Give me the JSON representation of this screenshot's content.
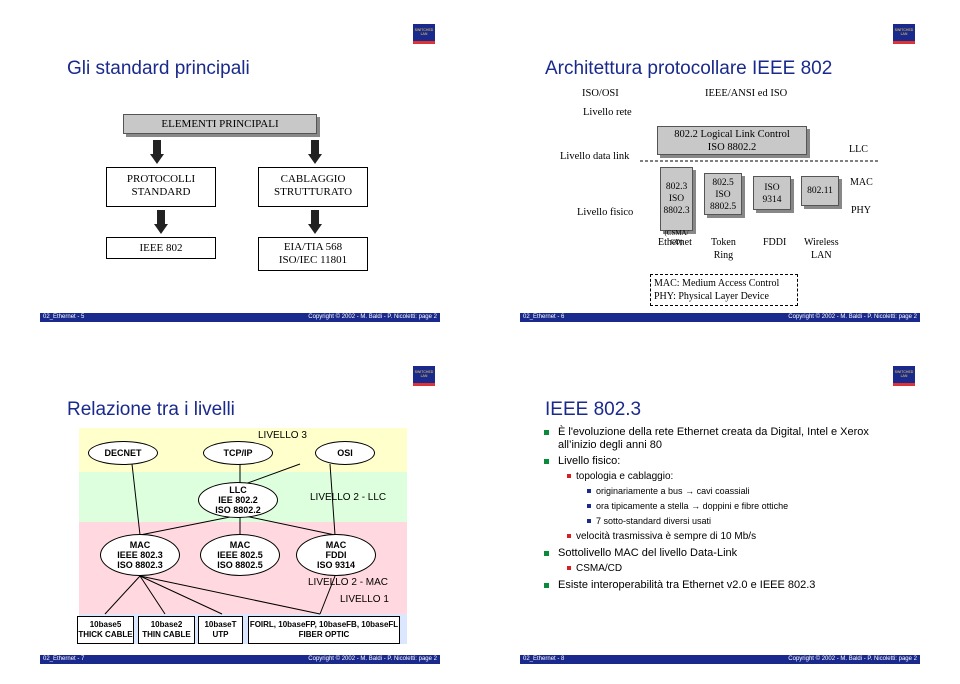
{
  "logo_text": "SWITCHED LAN",
  "colors": {
    "title_blue": "#1a2a8c",
    "footer_blue": "#1a2a8c",
    "bullet_green": "#0a8a3a",
    "layer3_yellow": "#ffffcc",
    "layer2llc_green": "#ddffdd",
    "layer2mac_pink": "#ffd9df",
    "layer1_blue": "#dbe6ff"
  },
  "s1": {
    "title": "Gli standard principali",
    "elementi": "ELEMENTI PRINCIPALI",
    "protocolli": "PROTOCOLLI\nSTANDARD",
    "cablaggio": "CABLAGGIO\nSTRUTTURATO",
    "ieee802": "IEEE 802",
    "eia": "EIA/TIA 568\nISO/IEC 11801",
    "footer_left": "02_Ethernet - 5",
    "footer_right": "Copyright © 2002 - M. Baldi - P. Nicoletti: page 2"
  },
  "s2": {
    "title": "Architettura  protocollare IEEE 802",
    "isoosi": "ISO/OSI",
    "ieee_ansi": "IEEE/ANSI ed ISO",
    "livello_rete": "Livello rete",
    "livello_data_link": "Livello data link",
    "livello_fisico": "Livello fisico",
    "llc_box": "802.2 Logical Link Control\nISO 8802.2",
    "llc": "LLC",
    "mac": "MAC",
    "phy": "PHY",
    "b8023": "802.3\nISO\n8802.3",
    "csma": "(CSMA/\nCD)",
    "b8025": "802.5\nISO\n8802.5",
    "iso9314": "ISO\n9314",
    "b80211": "802.11",
    "ethernet": "Ethernet",
    "token_ring": "Token\nRing",
    "fddi": "FDDI",
    "wireless": "Wireless\nLAN",
    "legend1": "MAC: Medium Access Control",
    "legend2": "PHY: Physical Layer Device",
    "footer_left": "02_Ethernet - 6",
    "footer_right": "Copyright © 2002 - M. Baldi - P. Nicoletti: page 2"
  },
  "s3": {
    "title": "Relazione tra i livelli",
    "livello3": "LIVELLO 3",
    "decnet": "DECNET",
    "tcpip": "TCP/IP",
    "osi": "OSI",
    "llc": "LLC\nIEE 802.2\nISO 8802.2",
    "livello2llc": "LIVELLO 2 - LLC",
    "mac1": "MAC\nIEEE 802.3\nISO 8802.3",
    "mac2": "MAC\nIEEE 802.5\nISO 8802.5",
    "mac3": "MAC\nFDDI\nISO 9314",
    "livello2mac": "LIVELLO 2 - MAC",
    "livello1": "LIVELLO 1",
    "b10base5": "10base5\nTHICK CABLE",
    "b10base2": "10base2\nTHIN CABLE",
    "b10baseT": "10baseT\nUTP",
    "foirl": "FOIRL, 10baseFP, 10baseFB, 10baseFL\nFIBER OPTIC",
    "footer_left": "02_Ethernet - 7",
    "footer_right": "Copyright © 2002 - M. Baldi - P. Nicoletti: page 2"
  },
  "s4": {
    "title": "IEEE 802.3",
    "i1": "È l'evoluzione della rete Ethernet creata da Digital, Intel e Xerox all’inizio degli anni 80",
    "i2": "Livello fisico:",
    "i2a": "topologia e cablaggio:",
    "i2a1a": "originariamente a bus",
    "i2a1b": "cavi coassiali",
    "i2a2a": "ora tipicamente a stella",
    "i2a2b": "doppini e fibre ottiche",
    "i2a3": "7 sotto-standard diversi usati",
    "i2b": "velocità trasmissiva è sempre di 10 Mb/s",
    "i3": "Sottolivello MAC del livello Data-Link",
    "i3a": "CSMA/CD",
    "i4": "Esiste interoperabilità tra Ethernet v2.0 e IEEE 802.3",
    "footer_left": "02_Ethernet - 8",
    "footer_right": "Copyright © 2002 - M. Baldi - P. Nicoletti: page 2"
  }
}
